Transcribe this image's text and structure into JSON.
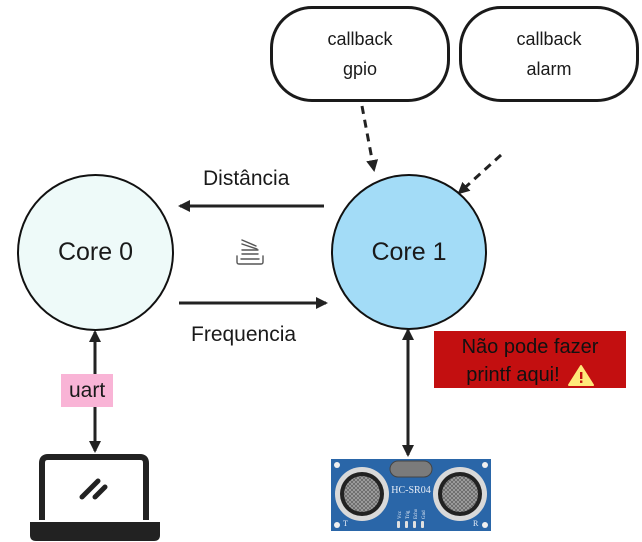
{
  "callbacks": [
    {
      "line1": "callback",
      "line2": "gpio"
    },
    {
      "line1": "callback",
      "line2": "alarm"
    }
  ],
  "cores": [
    {
      "label": "Core 0",
      "fill": "#eefaf9"
    },
    {
      "label": "Core 1",
      "fill": "#a3dcf7"
    }
  ],
  "arrows": {
    "to_core0": "Distância",
    "to_core1": "Frequencia"
  },
  "uart": {
    "label": "uart",
    "color": "#f9b4d6"
  },
  "warning": {
    "line1": "Não pode fazer",
    "line2": "printf aqui!",
    "color": "#c30f10",
    "icon": "warning-icon"
  },
  "sensor": {
    "model": "HC-SR04",
    "pins": [
      "Vcc",
      "Trig",
      "Echo",
      "Gnd"
    ],
    "left_mark": "T",
    "right_mark": "R"
  },
  "queue_icon": "queue-stack-icon",
  "laptop_icon": "laptop-icon"
}
